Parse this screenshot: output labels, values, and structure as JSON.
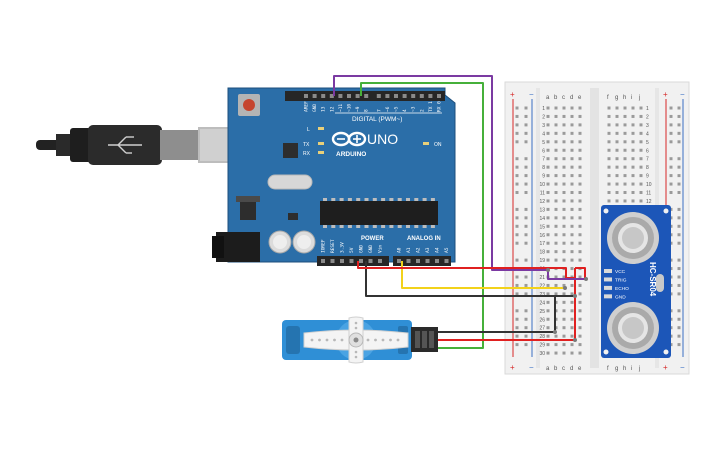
{
  "colors": {
    "board": "#2b6ea8",
    "board_dark": "#1d4f7c",
    "board_text": "#ffffff",
    "breadboard": "#f1f1f1",
    "rail_red": "#d62828",
    "rail_blue": "#3a6fc4",
    "sensor": "#1c56b8",
    "servo": "#2f8fd6",
    "wire_purple": "#7b3aa2",
    "wire_green": "#46b03a",
    "wire_black": "#333333",
    "wire_red": "#e02020",
    "wire_yellow": "#f2d21b"
  },
  "arduino": {
    "model": "UNO",
    "brand": "ARDUINO",
    "digital_label": "DIGITAL (PWM~)",
    "analog_label": "ANALOG IN",
    "power_label": "POWER",
    "digital_pins": [
      "AREF",
      "GND",
      "13",
      "12",
      "~11",
      "~10",
      "~9",
      "8",
      "7",
      "~6",
      "~5",
      "4",
      "~3",
      "2",
      "TX 1",
      "RX 0"
    ],
    "power_pins": [
      "IOREF",
      "RESET",
      "3.3V",
      "5V",
      "GND",
      "GND",
      "Vin"
    ],
    "analog_pins": [
      "A0",
      "A1",
      "A2",
      "A3",
      "A4",
      "A5"
    ],
    "leds": [
      "L",
      "TX",
      "RX"
    ],
    "on_label": "ON"
  },
  "breadboard": {
    "cols_left": [
      "a",
      "b",
      "c",
      "d",
      "e"
    ],
    "cols_right": [
      "f",
      "g",
      "h",
      "i",
      "j"
    ],
    "row_numbers": [
      "1",
      "2",
      "3",
      "4",
      "5",
      "6",
      "7",
      "8",
      "9",
      "10",
      "11",
      "12",
      "13",
      "14",
      "15",
      "16",
      "17",
      "18",
      "19",
      "20",
      "21",
      "22",
      "23",
      "24",
      "25",
      "26",
      "27",
      "28",
      "29",
      "30"
    ],
    "plus": "+",
    "minus": "−"
  },
  "sensor": {
    "name": "HC-SR04",
    "pins": [
      "VCC",
      "TRIG",
      "ECHO",
      "GND"
    ]
  },
  "icons": [
    "usb-cable-icon",
    "arduino-infinity-logo-icon",
    "servo-motor-icon",
    "ultrasonic-sensor-icon"
  ]
}
